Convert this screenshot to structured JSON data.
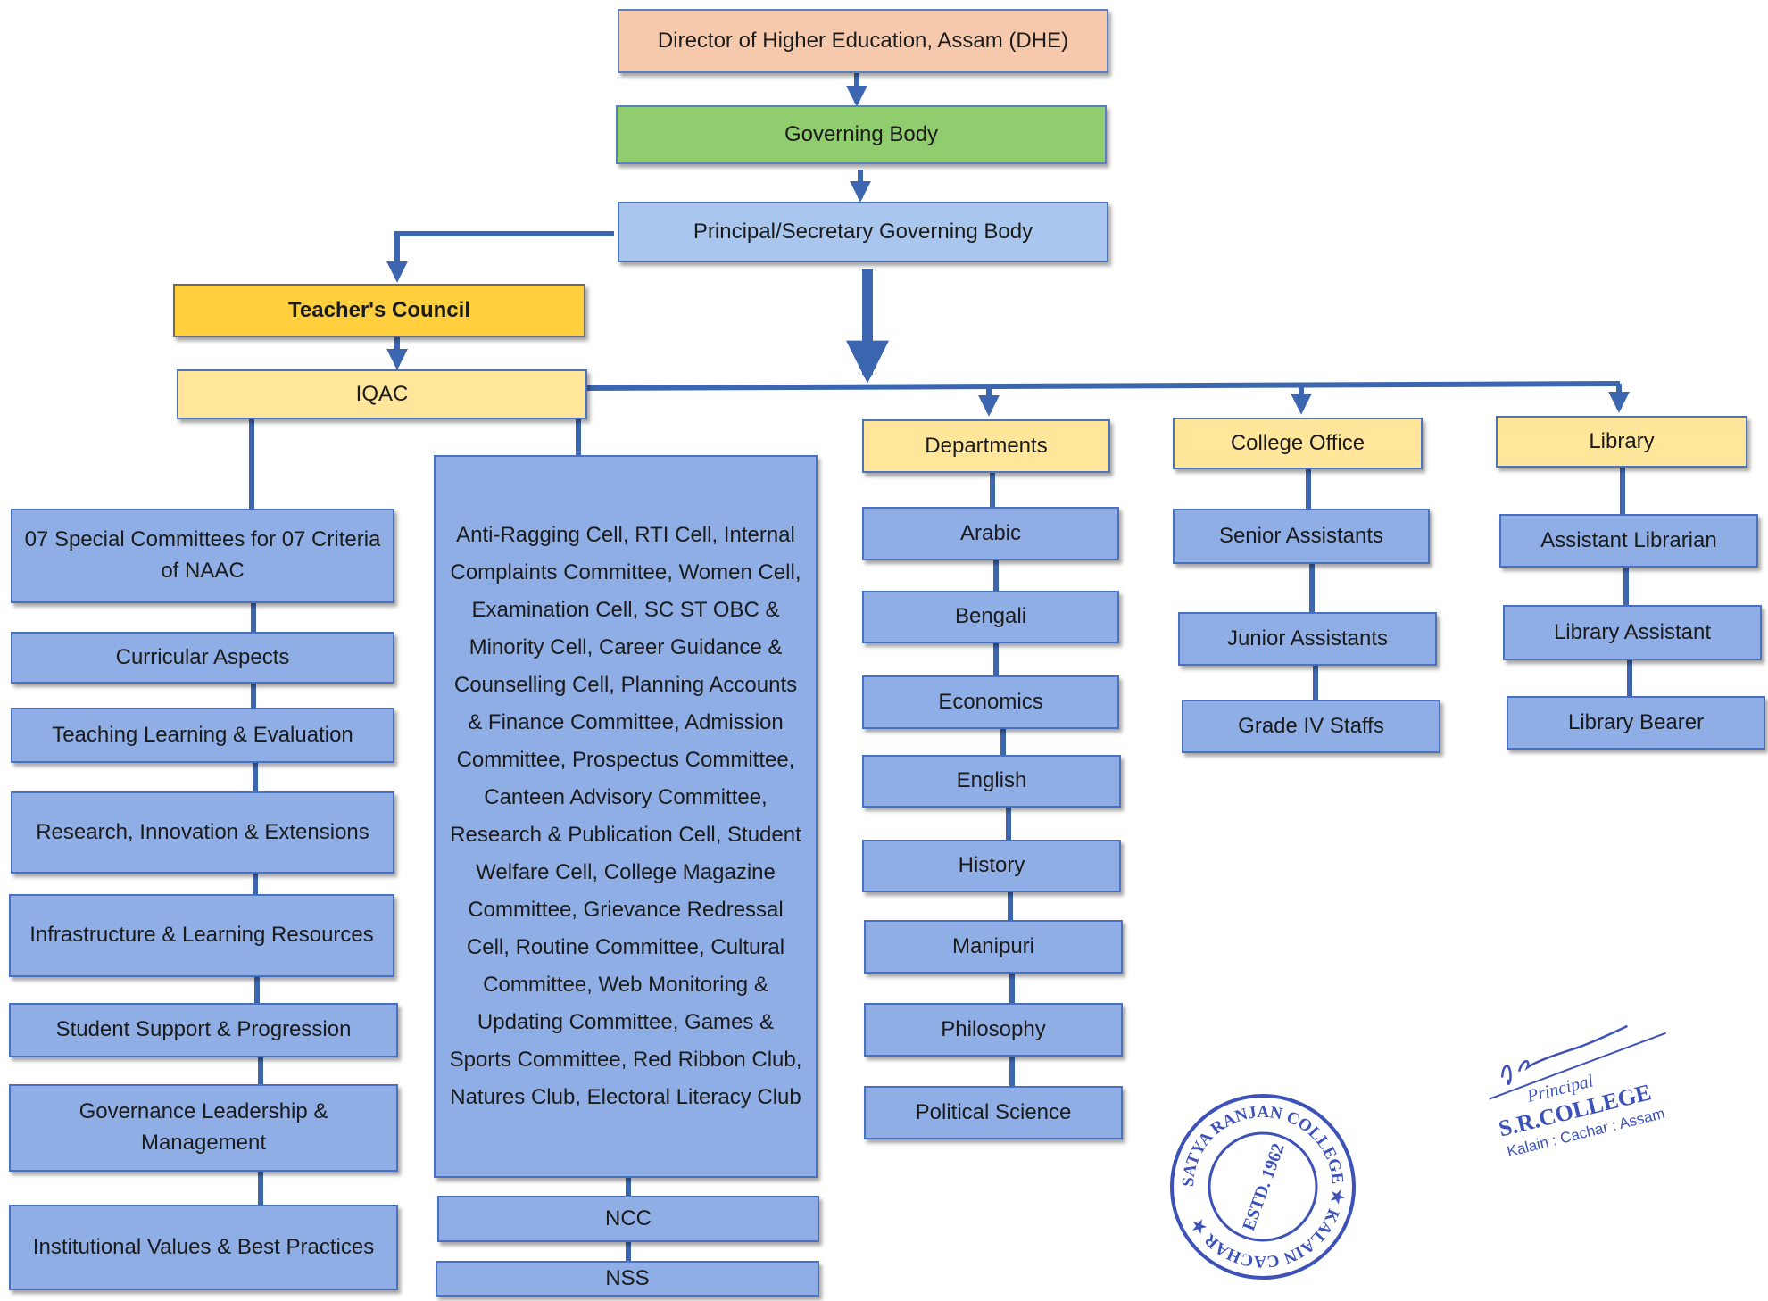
{
  "colors": {
    "connector": "#3c66b0",
    "top_box": "#f6c9ad",
    "governing_body": "#8fcd6e",
    "principal": "#a9c7ee",
    "teachers_council": "#ffcf3d",
    "section_header": "#ffe69b",
    "unit_box": "#8faee6",
    "seal": "#3d52b8",
    "signature": "#3d52b8"
  },
  "top": {
    "dhe": "Director of Higher Education, Assam (DHE)",
    "governing_body": "Governing Body",
    "principal": "Principal/Secretary Governing Body"
  },
  "teachers_council": "Teacher's Council",
  "iqac": {
    "title": "IQAC",
    "special": "07 Special Committees for 07 Criteria of NAAC",
    "criteria": [
      "Curricular Aspects",
      "Teaching Learning & Evaluation",
      "Research, Innovation & Extensions",
      "Infrastructure & Learning Resources",
      "Student Support & Progression",
      "Governance Leadership & Management",
      "Institutional Values & Best Practices"
    ]
  },
  "committees": {
    "text": "Anti-Ragging Cell, RTI Cell, Internal Complaints Committee, Women Cell, Examination Cell, SC ST OBC & Minority Cell, Career Guidance & Counselling Cell, Planning Accounts & Finance Committee, Admission Committee, Prospectus Committee, Canteen Advisory Committee, Research & Publication Cell, Student Welfare Cell, College Magazine Committee, Grievance Redressal Cell, Routine Committee, Cultural Committee, Web Monitoring & Updating Committee, Games & Sports Committee, Red Ribbon Club, Natures Club, Electoral Literacy Club",
    "ncc": "NCC",
    "nss": "NSS"
  },
  "departments": {
    "title": "Departments",
    "items": [
      "Arabic",
      "Bengali",
      "Economics",
      "English",
      "History",
      "Manipuri",
      "Philosophy",
      "Political Science"
    ]
  },
  "college_office": {
    "title": "College Office",
    "items": [
      "Senior Assistants",
      "Junior Assistants",
      "Grade IV Staffs"
    ]
  },
  "library": {
    "title": "Library",
    "items": [
      "Assistant Librarian",
      "Library Assistant",
      "Library Bearer"
    ]
  },
  "seal": {
    "ring_text": "SATYA RANJAN COLLEGE ★ KALAIN CACHAR ★",
    "center_text": "ESTD. 1962"
  },
  "signature": {
    "title": "Principal",
    "college": "S.R.COLLEGE",
    "place": "Kalain : Cachar : Assam"
  }
}
